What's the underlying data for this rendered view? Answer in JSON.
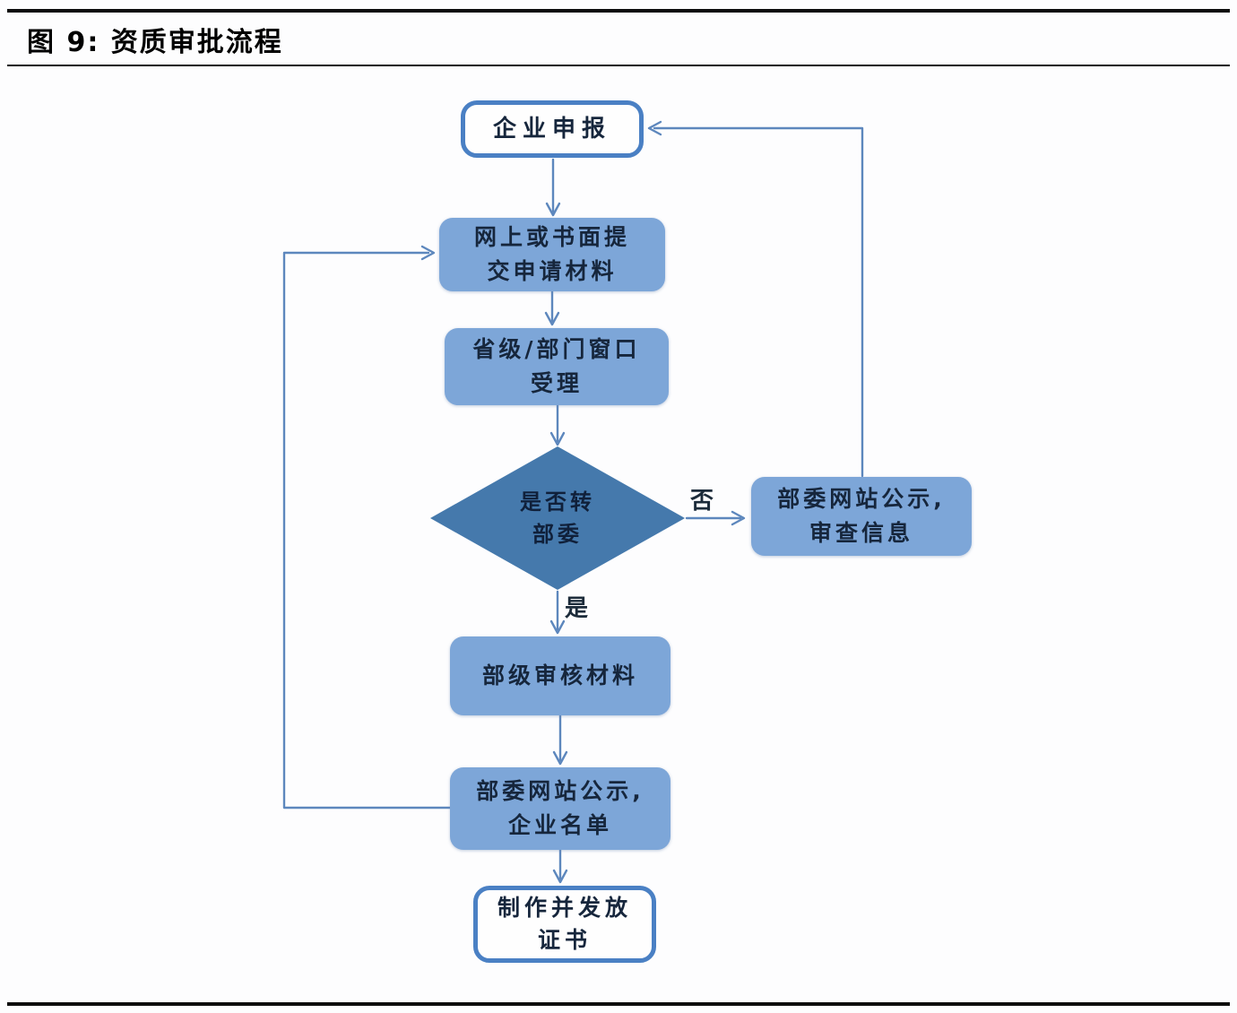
{
  "figure": {
    "title": "图 9:  资质审批流程"
  },
  "colors": {
    "process_fill": "#7da6d8",
    "decision_fill": "#4579ac",
    "terminal_border": "#4a80c4",
    "connector": "#5d87bd",
    "node_text": "#16263c",
    "title_text": "#000000"
  },
  "flowchart": {
    "nodes": [
      {
        "id": "start",
        "type": "terminal",
        "lines": [
          "企业申报"
        ]
      },
      {
        "id": "submit",
        "type": "process",
        "lines": [
          "网上或书面提",
          "交申请材料"
        ]
      },
      {
        "id": "accept",
        "type": "process",
        "lines": [
          "省级/部门窗口",
          "受理"
        ]
      },
      {
        "id": "decision",
        "type": "decision",
        "lines": [
          "是否转",
          "部委"
        ]
      },
      {
        "id": "publicize-review",
        "type": "process",
        "lines": [
          "部委网站公示,",
          "审查信息"
        ]
      },
      {
        "id": "ministry-review",
        "type": "process",
        "lines": [
          "部级审核材料"
        ]
      },
      {
        "id": "publicize-list",
        "type": "process",
        "lines": [
          "部委网站公示,",
          "企业名单"
        ]
      },
      {
        "id": "issue-cert",
        "type": "terminal",
        "lines": [
          "制作并发放",
          "证书"
        ]
      }
    ],
    "edge_labels": {
      "yes": "是",
      "no": "否"
    }
  }
}
